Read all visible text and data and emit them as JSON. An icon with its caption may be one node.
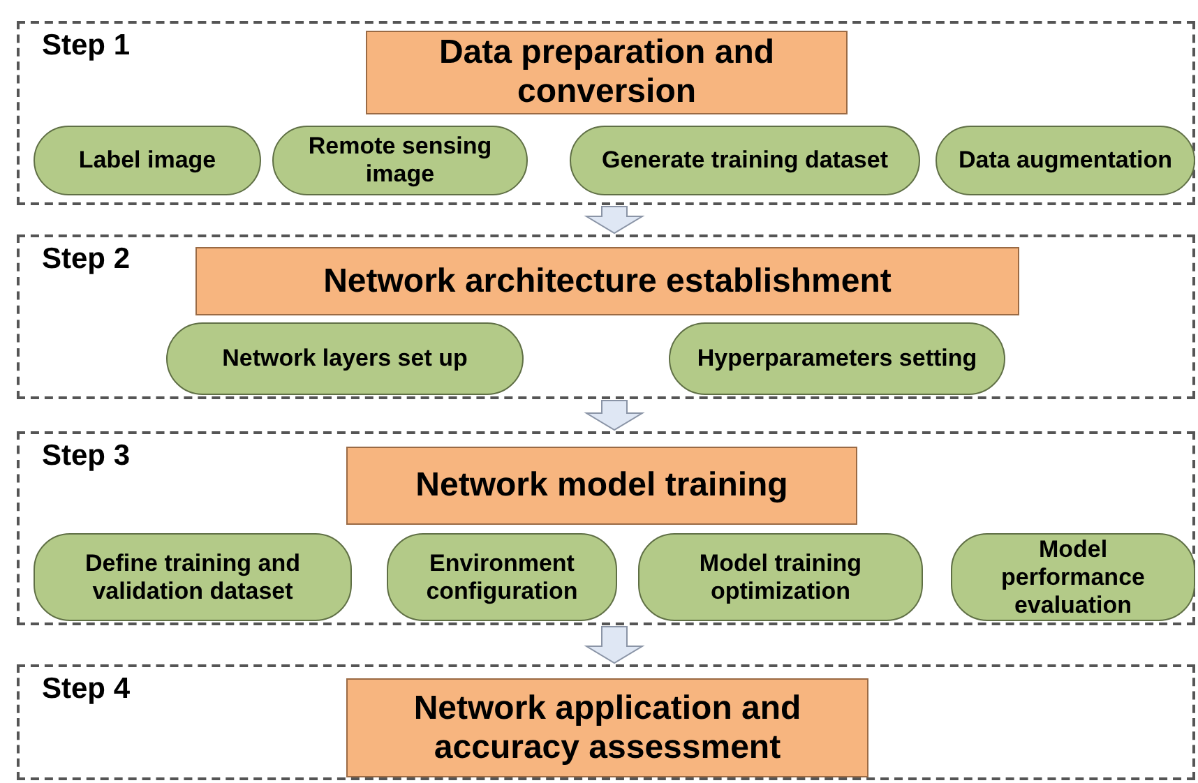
{
  "diagram": {
    "nodes": [
      {
        "text": [
          "Step 1"
        ]
      },
      {
        "text": [
          "Data preparation and conversion"
        ],
        "in": 0
      },
      {
        "text": [
          "Label image"
        ],
        "in": 0
      },
      {
        "text": [
          "Remote sensing image"
        ],
        "in": 0
      },
      {
        "text": [
          "Generate training dataset"
        ],
        "in": 0
      },
      {
        "text": [
          "Data augmentation"
        ],
        "in": 0
      },
      {
        "text": [
          "Step 2"
        ]
      },
      {
        "text": [
          "Network architecture establishment"
        ],
        "in": 6
      },
      {
        "text": [
          "Network layers set up"
        ],
        "in": 6
      },
      {
        "text": [
          "Hyperparameters setting"
        ],
        "in": 6
      },
      {
        "text": [
          "Step 3"
        ]
      },
      {
        "text": [
          "Network model training"
        ],
        "in": 10
      },
      {
        "text": [
          "Define training and validation dataset"
        ],
        "in": 10
      },
      {
        "text": [
          "Environment configuration"
        ],
        "in": 10
      },
      {
        "text": [
          "Model training optimization"
        ],
        "in": 10
      },
      {
        "text": [
          "Model performance evaluation"
        ],
        "in": 10
      },
      {
        "text": [
          "Step 4"
        ]
      },
      {
        "text": [
          "Network application and accuracy assessment"
        ],
        "in": 16
      }
    ],
    "edges": [
      {
        "from": 0,
        "to": 6,
        "arrow": "to"
      },
      {
        "from": 6,
        "to": 10,
        "arrow": "to"
      },
      {
        "from": 10,
        "to": 16,
        "arrow": "to"
      }
    ]
  }
}
